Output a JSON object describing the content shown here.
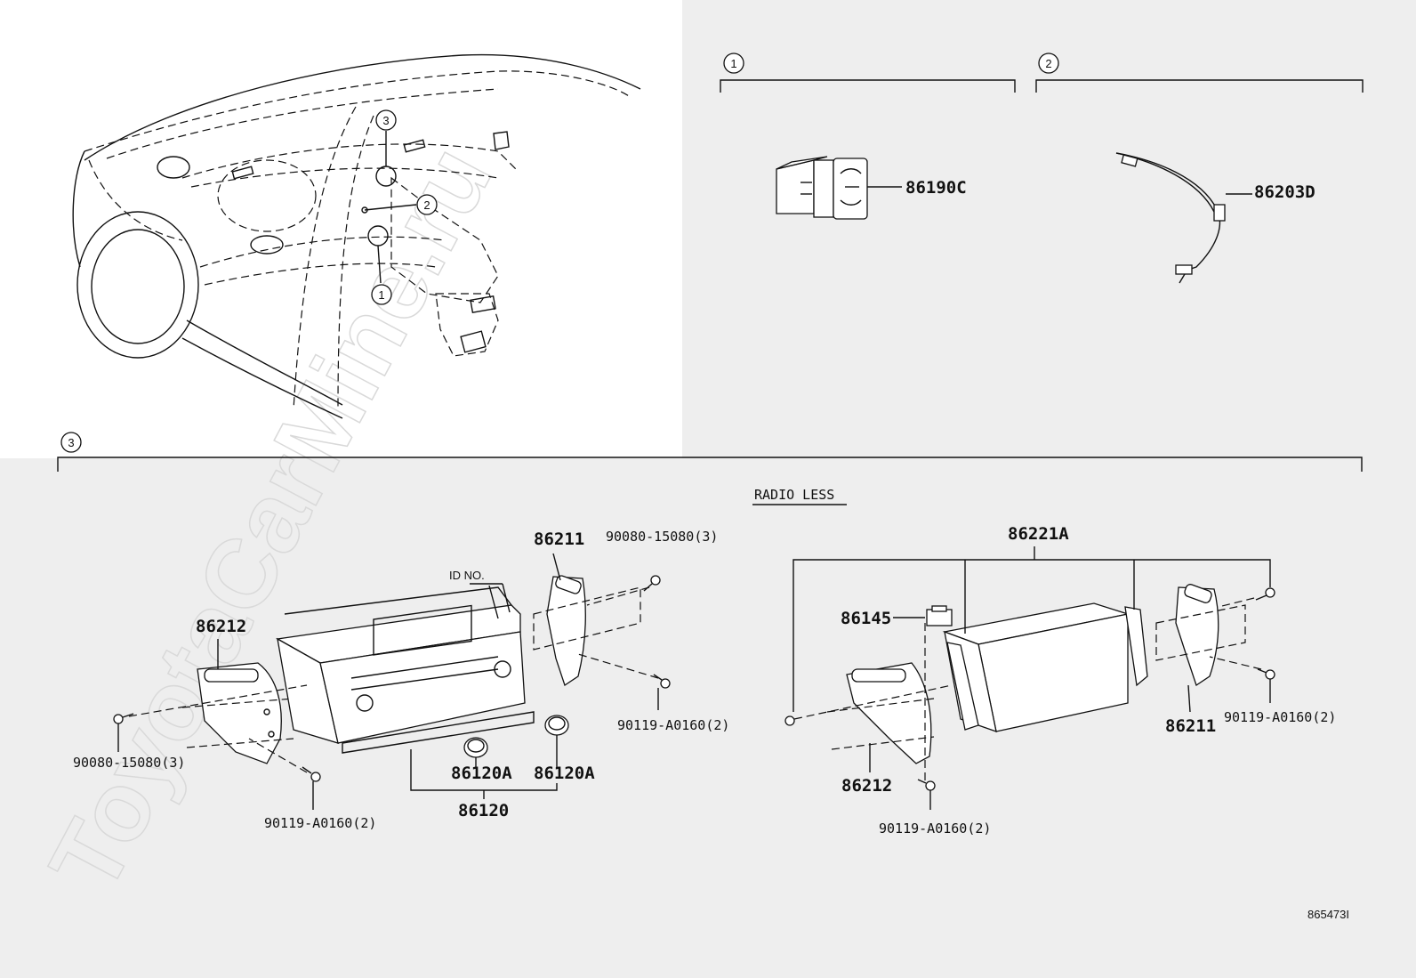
{
  "watermark": "ToyotaCarMine.ru",
  "diagram_code": "865473I",
  "overview": {
    "callouts": [
      "3",
      "2",
      "1"
    ]
  },
  "section1": {
    "marker": "1",
    "parts": [
      "86190C"
    ]
  },
  "section2": {
    "marker": "2",
    "parts": [
      "86203D"
    ]
  },
  "section3": {
    "marker": "3",
    "subtitle": "RADIO LESS",
    "left_group": {
      "id_label": "ID NO.",
      "parts": {
        "bracket_right": "86211",
        "screw_top": "90080-15080(3)",
        "bracket_left": "86212",
        "screw_bottom_right": "90119-A0160(2)",
        "screw_left": "90080-15080(3)",
        "knob_a": "86120A",
        "knob_b": "86120A",
        "assembly": "86120",
        "screw_bottom": "90119-A0160(2)"
      }
    },
    "right_group": {
      "parts": {
        "box": "86221A",
        "connector": "86145",
        "bracket_left": "86212",
        "bracket_right": "86211",
        "screw_right": "90119-A0160(2)",
        "screw_bottom": "90119-A0160(2)"
      }
    }
  }
}
